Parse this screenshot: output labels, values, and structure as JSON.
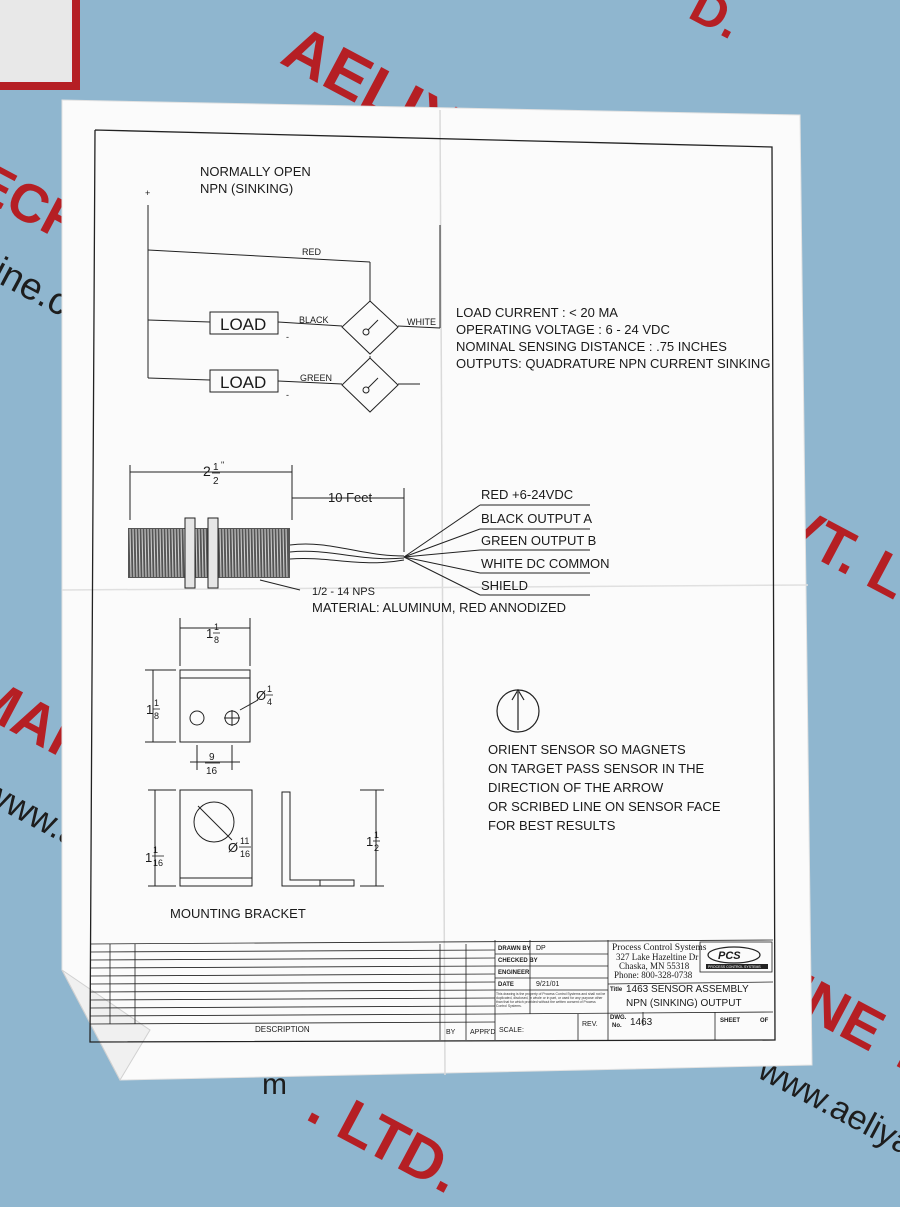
{
  "background": {
    "watermark_fragments": [
      "AELIY",
      "ECH",
      "VT. L",
      "MARI",
      "INE T",
      ". LTD.",
      "D."
    ],
    "url_fragments": [
      "ine.c",
      "www.a",
      "www.aeliyam",
      "m"
    ],
    "colors": {
      "table": "#8fb6cf",
      "watermark": "#b51f24",
      "paper": "#fbfbfb",
      "ink": "#1a1a1a"
    }
  },
  "schematic": {
    "title_line1": "NORMALLY OPEN",
    "title_line2": "NPN (SINKING)",
    "plus": "+",
    "wire_red": "RED",
    "wire_black": "BLACK",
    "wire_white": "WHITE",
    "wire_green": "GREEN",
    "load1": "LOAD",
    "load2": "LOAD"
  },
  "specs": [
    "LOAD CURRENT :  < 20 MA",
    "OPERATING VOLTAGE :  6 - 24 VDC",
    "NOMINAL SENSING DISTANCE :  .75 INCHES",
    "OUTPUTS: QUADRATURE NPN CURRENT SINKING"
  ],
  "sensor": {
    "length_whole": "2",
    "length_num": "1",
    "length_den": "2",
    "length_unit": "\"",
    "cable_length": "10 Feet",
    "thread_spec": "1/2 - 14 NPS",
    "material": "MATERIAL: ALUMINUM, RED ANNODIZED",
    "wires": [
      "RED      +6-24VDC",
      "BLACK OUTPUT A",
      "GREEN OUTPUT B",
      "WHITE  DC COMMON",
      "SHIELD"
    ]
  },
  "bracket": {
    "dim_top": {
      "whole": "1",
      "num": "1",
      "den": "8"
    },
    "dim_left": {
      "whole": "1",
      "num": "1",
      "den": "8"
    },
    "dim_hole": {
      "prefix": "Ø",
      "num": "1",
      "den": "4"
    },
    "dim_hole_pos": {
      "num": "9",
      "den": "16"
    },
    "dim_front_left": {
      "whole": "1",
      "num": "1",
      "den": "16"
    },
    "dim_front_hole": {
      "prefix": "Ø",
      "num": "11",
      "den": "16"
    },
    "dim_side": {
      "whole": "1",
      "num": "1",
      "den": "2"
    },
    "caption": "MOUNTING BRACKET"
  },
  "orient_note": [
    "ORIENT SENSOR SO MAGNETS",
    "ON TARGET PASS SENSOR IN THE",
    "DIRECTION OF THE ARROW",
    "OR SCRIBED LINE ON SENSOR FACE",
    "FOR BEST RESULTS"
  ],
  "title_block": {
    "drawn_by_label": "DRAWN BY",
    "drawn_by_value": "DP",
    "checked_by_label": "CHECKED BY",
    "engineer_label": "ENGINEER",
    "date_label": "DATE",
    "date_value": "9/21/01",
    "company_name": "Process Control Systems",
    "company_addr1": "327 Lake Hazeltine Dr",
    "company_addr2": "Chaska, MN 55318",
    "company_phone": "Phone: 800-328-0738",
    "logo_text": "PCS",
    "logo_sub": "PROCESS CONTROL SYSTEMS",
    "title_label": "Title",
    "title_line1": "1463 SENSOR ASSEMBLY",
    "title_line2": "NPN (SINKING) OUTPUT",
    "dwg_label_1": "DWG.",
    "dwg_label_2": "No.",
    "dwg_no": "1463",
    "sheet_label": "SHEET",
    "of_label": "OF",
    "description_label": "DESCRIPTION",
    "by_label": "BY",
    "apprd_label": "APPR'D",
    "scale_label": "SCALE:",
    "rev_label": "REV.",
    "proprietary": "This drawing is the property of Process Control Systems and shall not be duplicated, disclosed, in whole or in part, or used for any purpose other than that for which provided without the written consent of Process Control Systems."
  }
}
